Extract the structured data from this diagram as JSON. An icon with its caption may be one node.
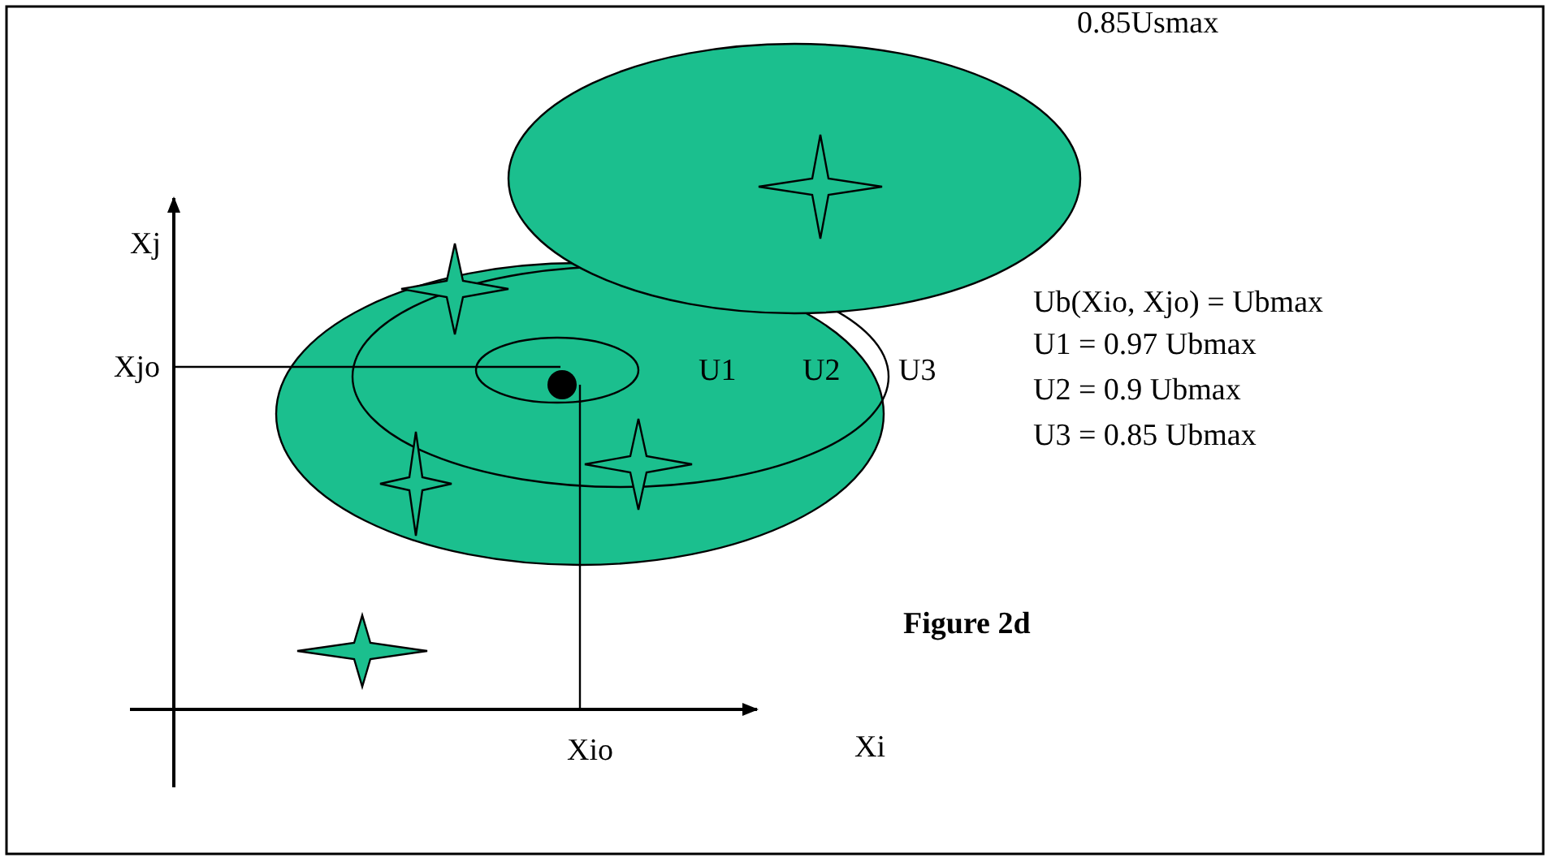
{
  "diagram": {
    "caption": "Figure 2d",
    "labels": [
      "0.85Usmax",
      "Xj",
      "Xjo",
      "U1",
      "U2",
      "U3",
      "Ub(Xio, Xjo) = Ubmax",
      "U1 = 0.97 Ubmax",
      "U2 = 0.9 Ubmax",
      "U3 = 0.85 Ubmax",
      "Xio",
      "Xi"
    ]
  }
}
